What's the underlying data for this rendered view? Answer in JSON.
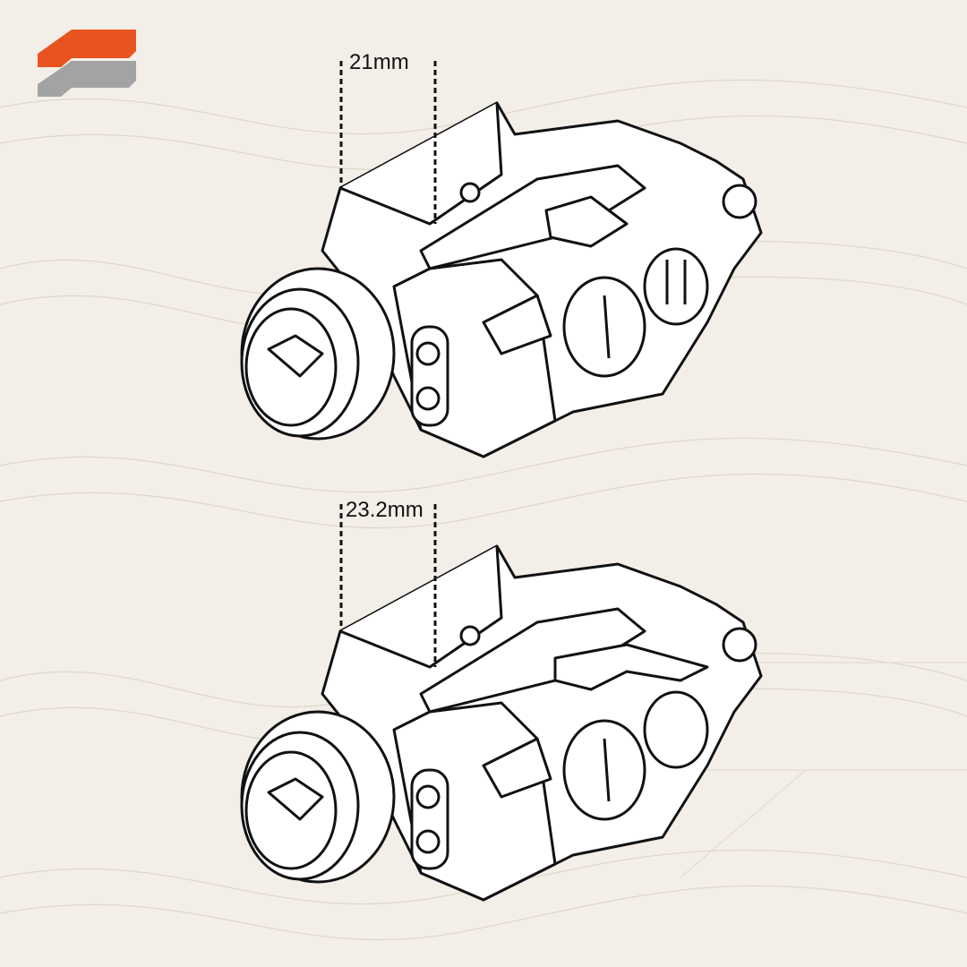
{
  "brand": {
    "logo_colors": {
      "top": "#e8531f",
      "bottom": "#a3a3a3"
    }
  },
  "background_color": "#f3eee7",
  "diagrams": [
    {
      "name": "device-top",
      "dimension_label": "21mm"
    },
    {
      "name": "device-bottom",
      "dimension_label": "23.2mm"
    }
  ]
}
